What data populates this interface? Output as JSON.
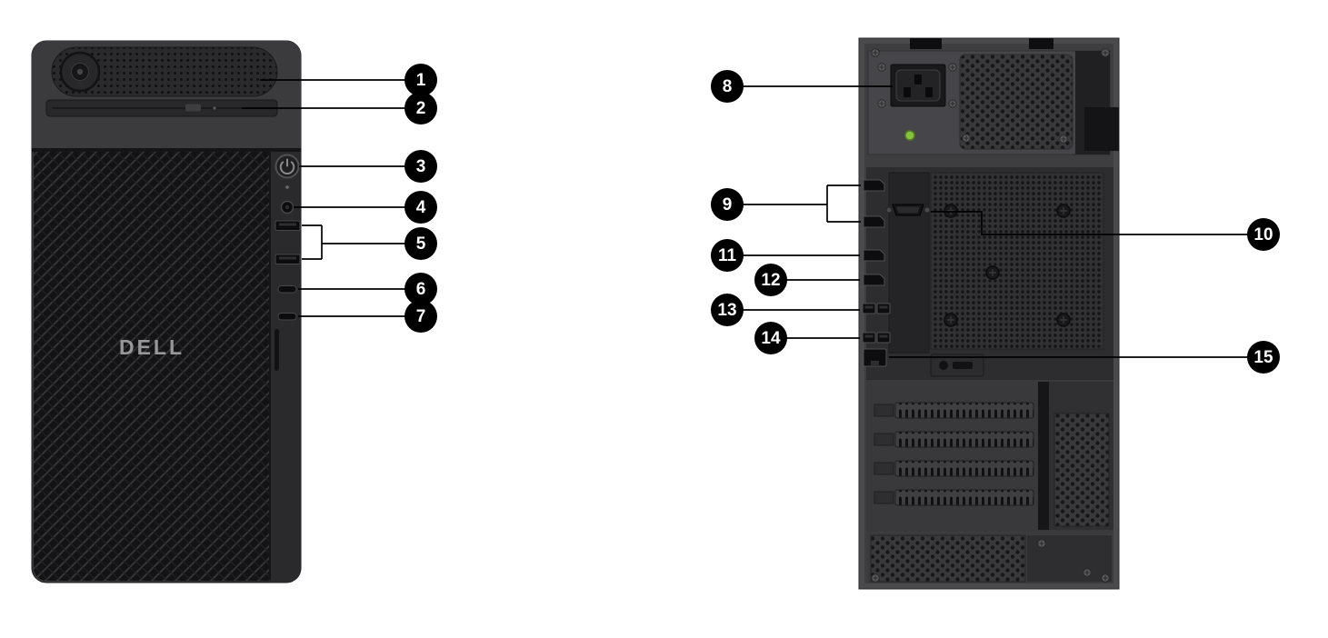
{
  "brand": "DELL",
  "callouts": [
    "1",
    "2",
    "3",
    "4",
    "5",
    "6",
    "7",
    "8",
    "9",
    "10",
    "11",
    "12",
    "13",
    "14",
    "15"
  ],
  "colors": {
    "page_background": "#ffffff",
    "callout_badge": "#000000",
    "callout_number": "#ffffff",
    "callout_line": "#000000",
    "front_chassis_dark": "#2c2c2e",
    "front_top_panel": "#3b3b3d",
    "back_chassis_gray": "#434346",
    "power_led_green": "#86c440",
    "dell_logo_gray": "#97979a"
  },
  "icons": {
    "power-icon": "⏻"
  }
}
